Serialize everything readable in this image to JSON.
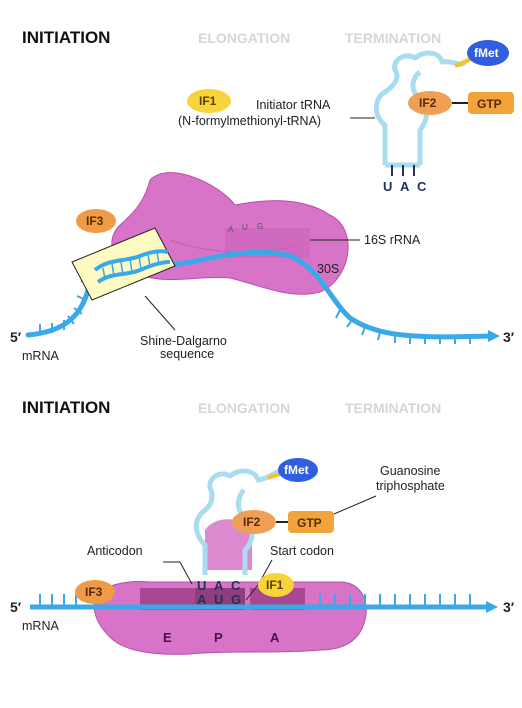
{
  "colors": {
    "ribosome": "#d774c8",
    "ribosome_dark": "#b84fa8",
    "mrna": "#3aa9e8",
    "trna": "#a9dcef",
    "if_orange": "#f0a055",
    "if_yellow": "#f7d43a",
    "fmet_blue": "#2f5fe0",
    "link_yellow": "#f1c22e",
    "active_text": "#111111",
    "inactive_text": "#d0d0d0"
  },
  "panel_top": {
    "stages": {
      "initiation": "INITIATION",
      "elongation": "ELONGATION",
      "termination": "TERMINATION"
    },
    "fmet": "fMet",
    "if1": "IF1",
    "if2": "IF2",
    "gtp": "GTP",
    "if3": "IF3",
    "initiator_label_1": "Initiator tRNA",
    "initiator_label_2": "(N-formylmethionyl-tRNA)",
    "anticodon": [
      "U",
      "A",
      "C"
    ],
    "codon_small": [
      "A",
      "U",
      "G"
    ],
    "rrna_label": "16S rRNA",
    "subunit_label": "30S",
    "five_prime": "5′",
    "three_prime": "3′",
    "mrna_label": "mRNA",
    "sd_label_1": "Shine-Dalgarno",
    "sd_label_2": "sequence"
  },
  "panel_bottom": {
    "stages": {
      "initiation": "INITIATION",
      "elongation": "ELONGATION",
      "termination": "TERMINATION"
    },
    "fmet": "fMet",
    "gtp_label_1": "Guanosine",
    "gtp_label_2": "triphosphate",
    "if2": "IF2",
    "gtp": "GTP",
    "anticodon_label": "Anticodon",
    "start_codon_label": "Start codon",
    "anticodon": [
      "U",
      "A",
      "C"
    ],
    "codon": [
      "A",
      "U",
      "G"
    ],
    "if1": "IF1",
    "if3": "IF3",
    "five_prime": "5′",
    "three_prime": "3′",
    "mrna_label": "mRNA",
    "sites": [
      "E",
      "P",
      "A"
    ]
  }
}
